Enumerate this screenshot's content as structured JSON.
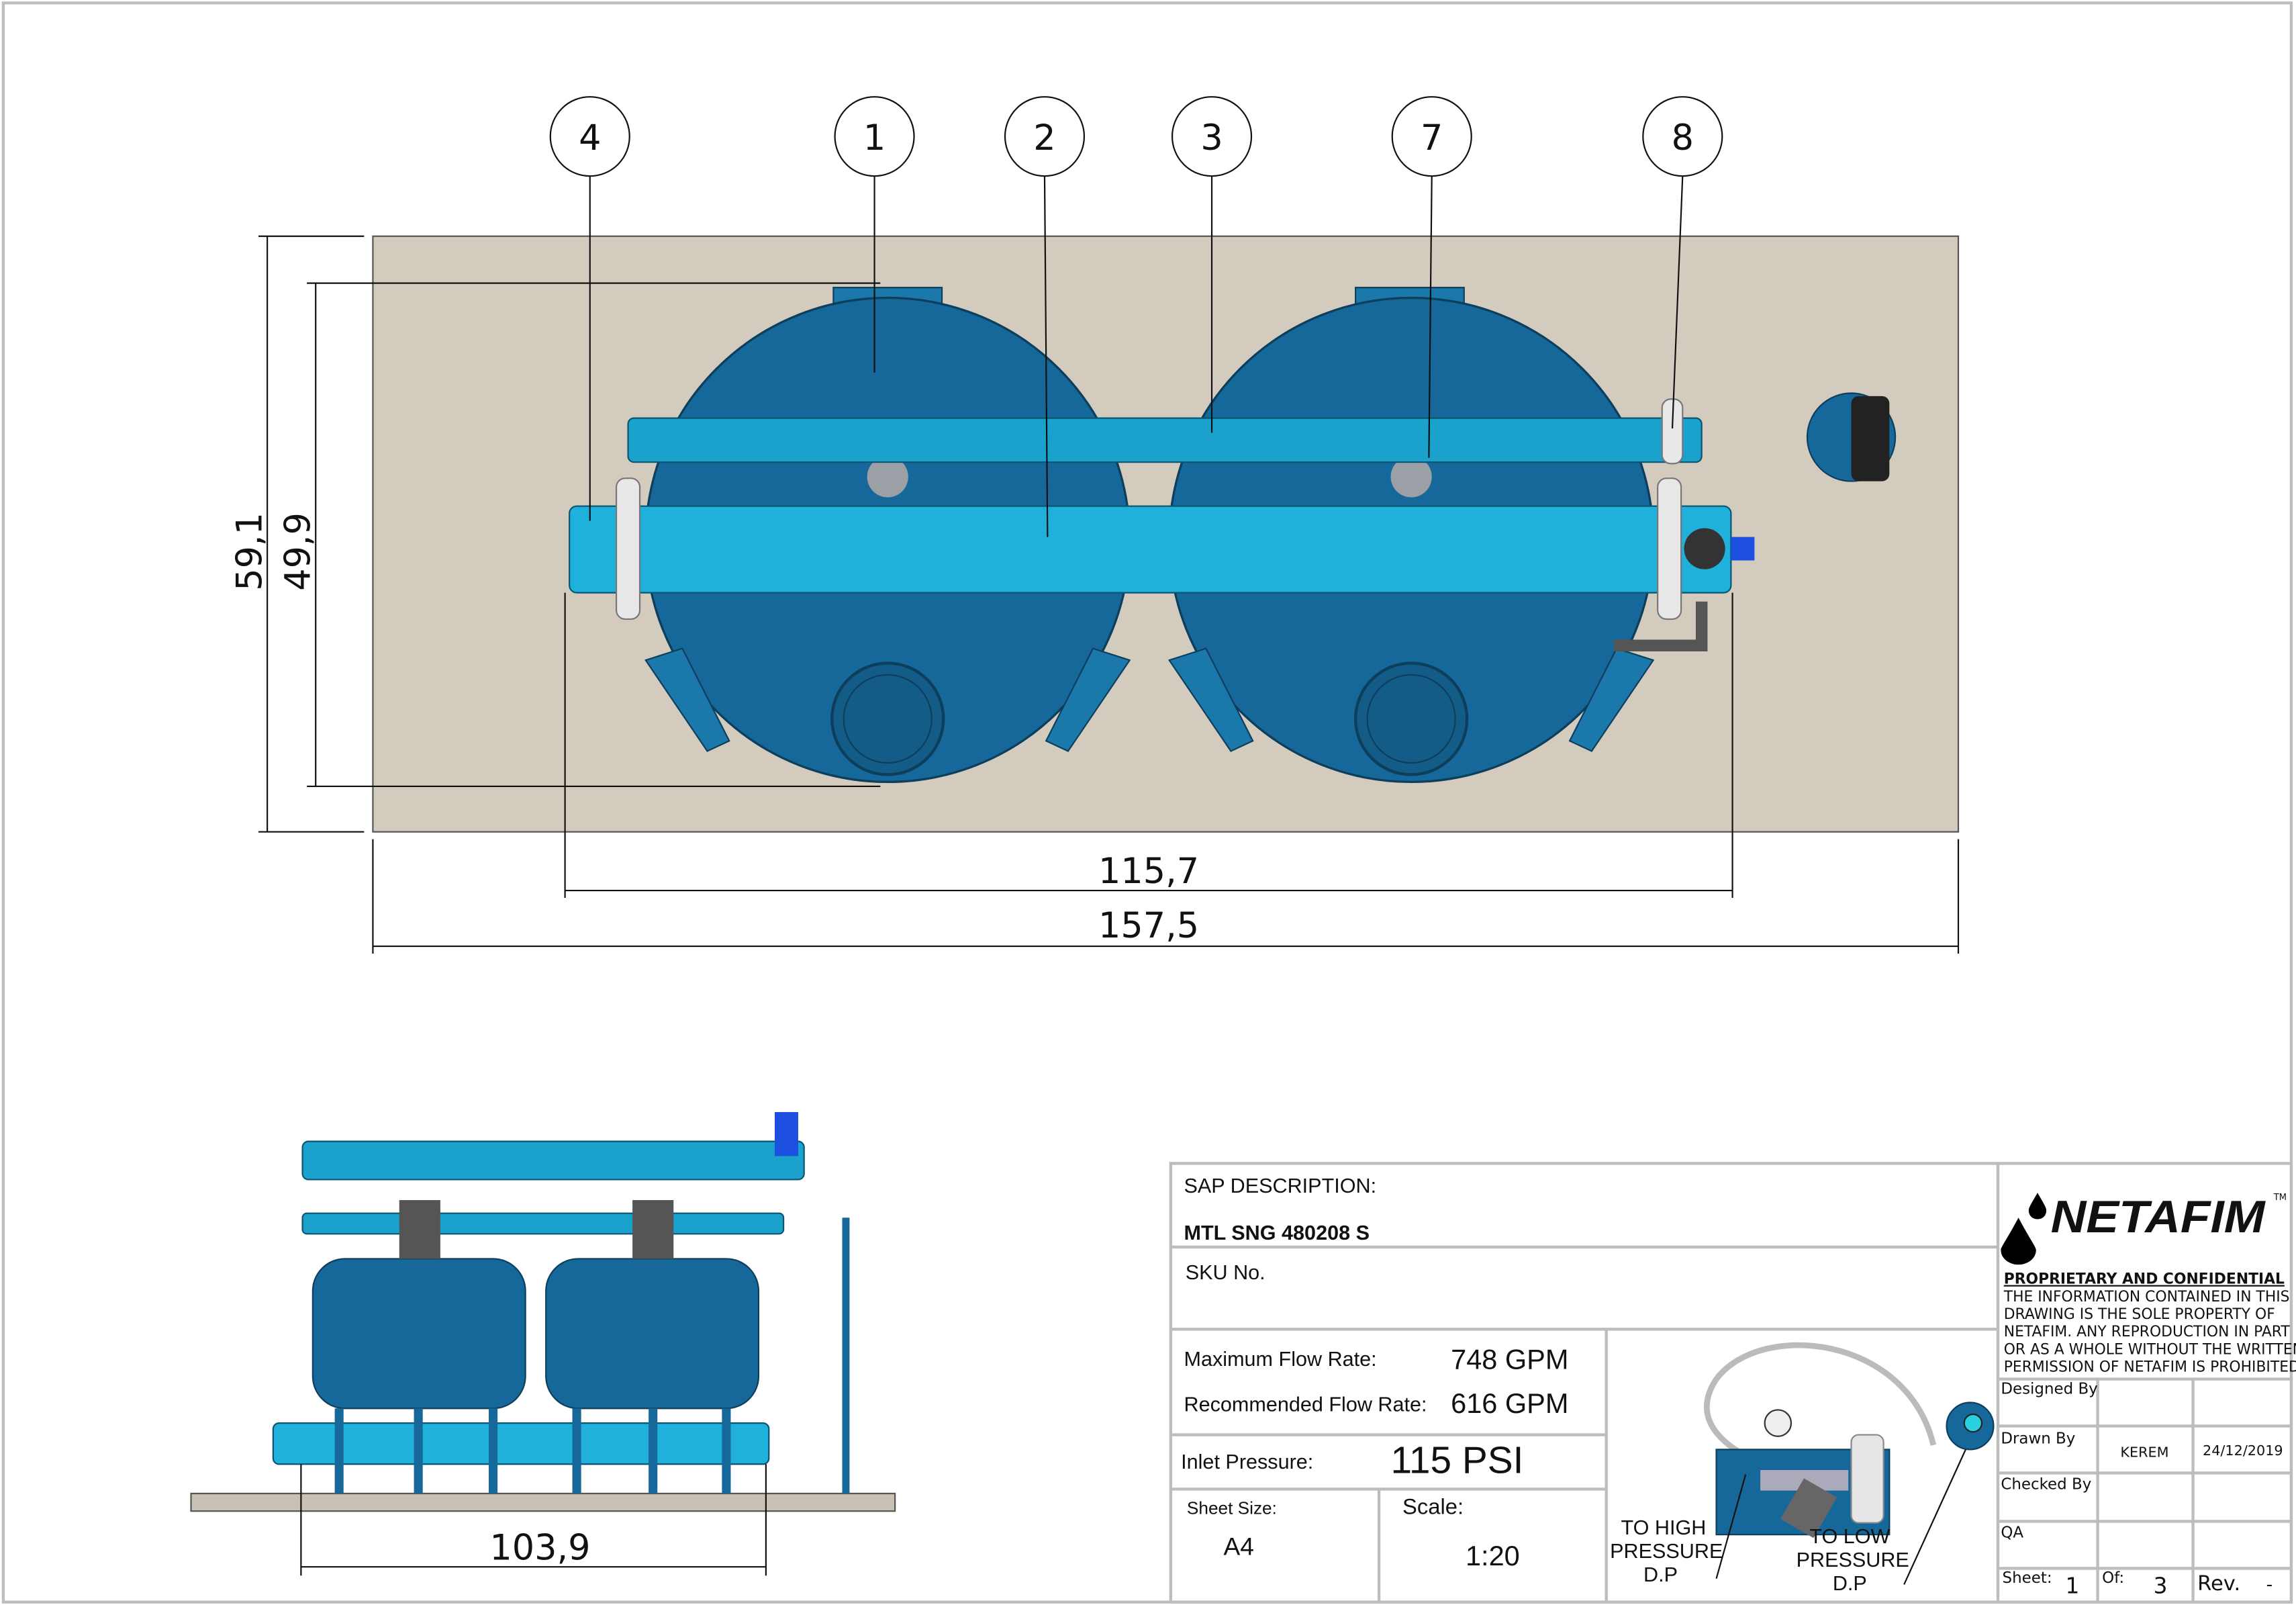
{
  "balloons": [
    "4",
    "1",
    "2",
    "3",
    "7",
    "8"
  ],
  "dimensions": {
    "overall_width": "157,5",
    "filter_width": "115,7",
    "overall_depth": "59,1",
    "tank_depth": "49,9",
    "side_width": "103,9"
  },
  "title_block": {
    "sap_label": "SAP DESCRIPTION:",
    "sap_value": "MTL SNG 480208 S",
    "sku_label": "SKU No.",
    "max_flow_label": "Maximum Flow Rate:",
    "max_flow_value": "748 GPM",
    "rec_flow_label": "Recommended Flow Rate:",
    "rec_flow_value": "616 GPM",
    "inlet_label": "Inlet Pressure:",
    "inlet_value": "115 PSI",
    "sheet_size_label": "Sheet Size:",
    "sheet_size_value": "A4",
    "scale_label": "Scale:",
    "scale_value": "1:20",
    "dp_high": [
      "TO HIGH",
      "PRESSURE",
      "D.P"
    ],
    "dp_low": [
      "TO LOW",
      "PRESSURE",
      "D.P"
    ],
    "logo": "NETAFIM",
    "logo_tm": "TM",
    "confidential_title": "PROPRIETARY AND CONFIDENTIAL",
    "confidential_lines": [
      "THE INFORMATION CONTAINED IN THIS",
      "DRAWING IS THE SOLE PROPERTY OF",
      "NETAFIM. ANY REPRODUCTION IN PART",
      "OR AS A WHOLE WITHOUT THE WRITTEN",
      "PERMISSION OF NETAFIM IS PROHIBITED"
    ],
    "designed_by_label": "Designed By",
    "drawn_by_label": "Drawn By",
    "drawn_by_value": "KEREM",
    "drawn_date": "24/12/2019",
    "checked_by_label": "Checked By",
    "qa_label": "QA",
    "sheet_label": "Sheet:",
    "sheet_value": "1",
    "of_label": "Of:",
    "of_value": "3",
    "rev_label": "Rev.",
    "rev_value": "-"
  },
  "colors": {
    "tank": "#17689a",
    "pipe": "#1faed8",
    "slab": "#d3cbbd"
  }
}
